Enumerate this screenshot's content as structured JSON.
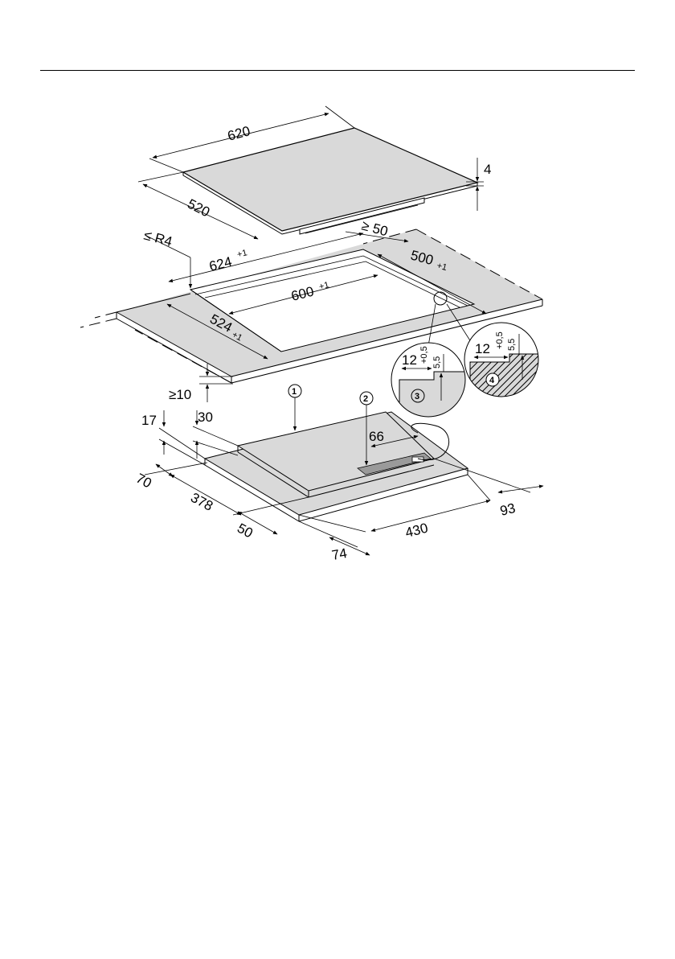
{
  "dimensions": {
    "hob_width": "620",
    "hob_depth": "520",
    "hob_thickness": "4",
    "radius": "≤ R4",
    "cutout_width_624": "624",
    "cutout_width_624_tol": "+1",
    "clearance_rear": "≥ 50",
    "cutout_depth_500": "500",
    "cutout_depth_500_tol": "+1",
    "inner_width_600": "600",
    "inner_width_600_tol": "+1",
    "inner_depth_524": "524",
    "inner_depth_524_tol": "+1",
    "worktop_min": "≥10",
    "detail_width": "12",
    "detail_width_tol": "+0,5",
    "detail_depth": "5,5",
    "housing_height_30": "30",
    "housing_height_17": "17",
    "offset_70": "70",
    "length_378": "378",
    "offset_50": "50",
    "offset_74": "74",
    "length_430": "430",
    "offset_93": "93",
    "connection_66": "66"
  },
  "callouts": [
    "1",
    "2",
    "3",
    "4"
  ],
  "colors": {
    "surface_fill": "#d9d9d9",
    "line": "#000000"
  }
}
